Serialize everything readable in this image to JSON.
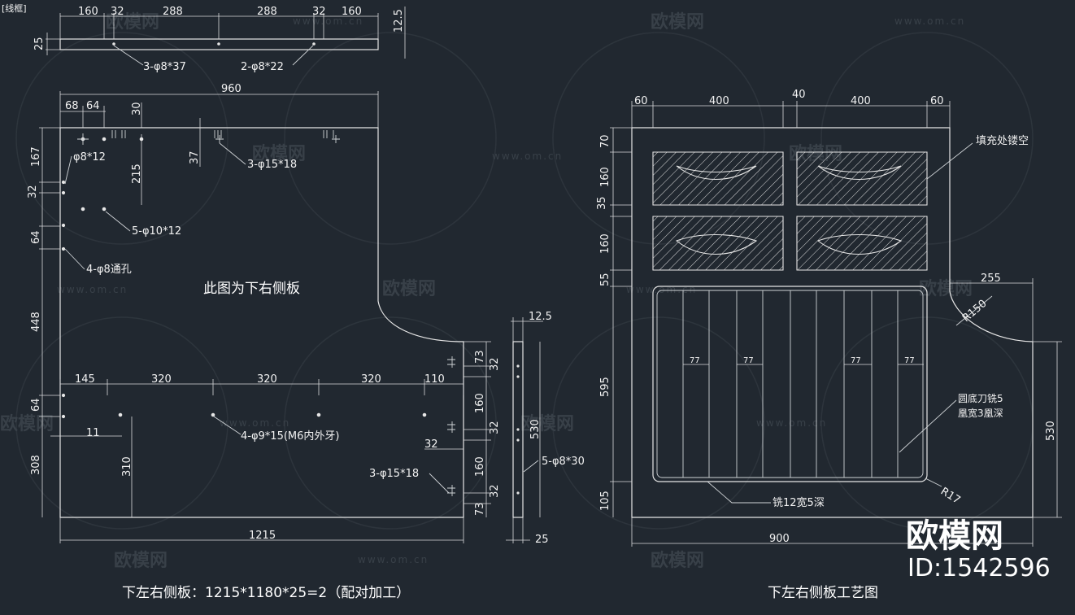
{
  "corner_label": "[线框]",
  "left_drawing": {
    "caption": "下左右侧板：1215*1180*25=2（配对加工）",
    "center_note": "此图为下右侧板",
    "top_strip_dims": [
      "160",
      "32",
      "288",
      "288",
      "32",
      "160"
    ],
    "top_strip_thickness": "25",
    "top_strip_right": "12.5",
    "top_strip_holes": [
      "3-φ8*37",
      "2-φ8*22"
    ],
    "width_top": "960",
    "dims_top_small": [
      "68",
      "64"
    ],
    "dim_30": "30",
    "dim_215": "215",
    "dim_37": "37",
    "left_dims": [
      "167",
      "32",
      "64",
      "448",
      "64",
      "308"
    ],
    "hole_labels": [
      "φ8*12",
      "3-φ15*18",
      "5-φ10*12",
      "4-φ8通孔",
      "4-φ9*15(M6内外牙)",
      "3-φ15*18"
    ],
    "mid_dims": [
      "145",
      "320",
      "320",
      "320",
      "110"
    ],
    "dim_11": "11",
    "dim_310": "310",
    "width_bottom": "1215",
    "side_dims": [
      "73",
      "32",
      "160",
      "32",
      "160",
      "32",
      "73"
    ],
    "side_530": "530",
    "side_thickness": "12.5",
    "side_25": "25",
    "side_holes": "5-φ8*30"
  },
  "right_drawing": {
    "caption": "下左右侧板工艺图",
    "top_dims": [
      "60",
      "400",
      "40",
      "400",
      "60"
    ],
    "left_dims": [
      "70",
      "160",
      "35",
      "160",
      "55",
      "595",
      "105"
    ],
    "note_fill": "填充处镂空",
    "r150": "R150",
    "dim_255": "255",
    "slot_dims": [
      "77",
      "77",
      "77",
      "77"
    ],
    "note_groove": [
      "圆底刀铣5",
      "凰宽3凰深"
    ],
    "r17": "R17",
    "note_mill": "铣12宽5深",
    "dim_530": "530",
    "width_bottom": "900"
  },
  "watermark": {
    "brand": "欧模网",
    "url": "www.om.cn",
    "id": "ID:1542596"
  }
}
